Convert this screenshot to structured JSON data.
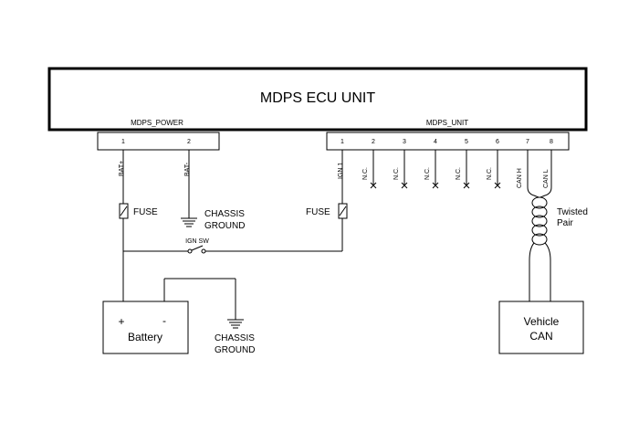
{
  "ecu": {
    "title": "MDPS ECU UNIT"
  },
  "power_connector": {
    "label": "MDPS_POWER",
    "pins": [
      "1",
      "2"
    ],
    "wires": [
      "BAT+",
      "BAT-"
    ]
  },
  "unit_connector": {
    "label": "MDPS_UNIT",
    "pins": [
      "1",
      "2",
      "3",
      "4",
      "5",
      "6",
      "7",
      "8"
    ],
    "wires": [
      "IGN 1",
      "N.C.",
      "N.C.",
      "N.C.",
      "N.C.",
      "N.C.",
      "CAN H",
      "CAN L"
    ]
  },
  "fuse_left": "FUSE",
  "fuse_right": "FUSE",
  "chassis_ground_1": [
    "CHASSIS",
    "GROUND"
  ],
  "chassis_ground_2": [
    "CHASSIS",
    "GROUND"
  ],
  "ign_switch": "IGN  SW",
  "battery": {
    "label": "Battery",
    "plus": "+",
    "minus": "-"
  },
  "twisted_pair": [
    "Twisted",
    "Pair"
  ],
  "vehicle_can": [
    "Vehicle",
    "CAN"
  ]
}
